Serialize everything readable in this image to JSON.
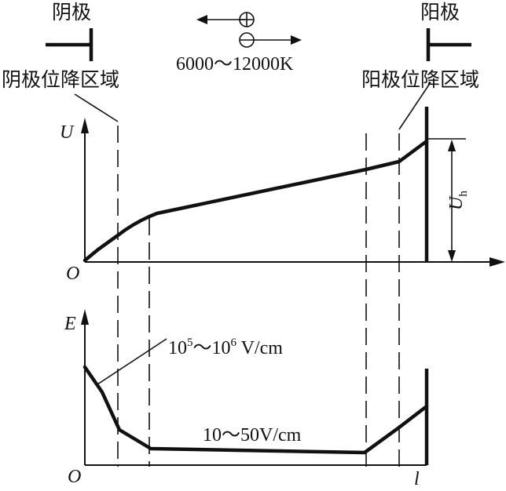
{
  "labels": {
    "cathode": "阴极",
    "anode": "阳极",
    "cathode_fall_region": "阴极位降区域",
    "anode_fall_region": "阳极位降区域",
    "temperature": "6000～12000K",
    "voltage_axis": "U",
    "field_axis": "E",
    "origin_top": "O",
    "origin_bottom": "O",
    "length_axis": "l",
    "arc_voltage_main": "U",
    "arc_voltage_sub": "h",
    "high_field_prefix": "10",
    "high_field_exp1": "5",
    "high_field_mid": "～10",
    "high_field_exp2": "6",
    "high_field_unit": " V/cm",
    "low_field": "10～50V/cm"
  },
  "symbols": {
    "positive_charge": "⊕",
    "negative_charge": "⊖"
  }
}
